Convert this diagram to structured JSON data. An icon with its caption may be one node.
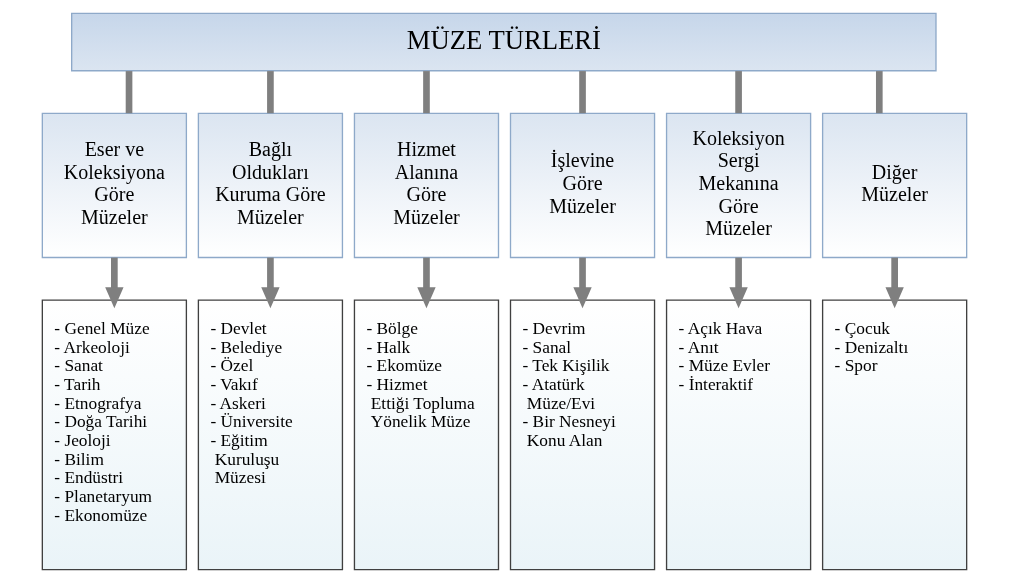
{
  "diagram": {
    "nodes": [
      {
        "text": [
          "MÜZE TÜRLERİ"
        ]
      },
      {
        "text": [
          "Eser ve Koleksiyona Göre Müzeler"
        ]
      },
      {
        "text": [
          "Bağlı Oldukları Kuruma Göre Müzeler"
        ]
      },
      {
        "text": [
          "Hizmet Alanına Göre Müzeler"
        ]
      },
      {
        "text": [
          "İşlevine Göre Müzeler"
        ]
      },
      {
        "text": [
          "Koleksiyon Sergi Mekanına Göre Müzeler"
        ]
      },
      {
        "text": [
          "Diğer Müzeler"
        ]
      },
      {
        "text": [
          "- Genel Müze",
          "- Arkeoloji",
          "- Sanat",
          "- Tarih",
          "- Etnografya",
          "- Doğa Tarihi",
          "- Jeoloji",
          "- Bilim",
          "- Endüstri",
          "- Planetaryum",
          "- Ekonomüze"
        ]
      },
      {
        "text": [
          "- Devlet",
          "- Belediye",
          "- Özel",
          "- Vakıf",
          "- Askeri",
          "- Üniversite",
          "- Eğitim Kuruluşu Müzesi"
        ]
      },
      {
        "text": [
          "- Bölge",
          "- Halk",
          "- Ekomüze",
          "- Hizmet Ettiği Topluma Yönelik Müze"
        ]
      },
      {
        "text": [
          "- Devrim",
          "- Sanal",
          "- Tek Kişilik",
          "- Atatürk Müze/Evi",
          "- Bir Nesneyi Konu Alan"
        ]
      },
      {
        "text": [
          "- Açık Hava",
          "- Anıt",
          "- Müze Evler",
          "- İnteraktif"
        ]
      },
      {
        "text": [
          "- Çocuk",
          "- Denizaltı",
          "- Spor"
        ]
      }
    ],
    "edges": [
      {
        "from": 0,
        "to": 1,
        "arrow": "none"
      },
      {
        "from": 0,
        "to": 2,
        "arrow": "none"
      },
      {
        "from": 0,
        "to": 3,
        "arrow": "none"
      },
      {
        "from": 0,
        "to": 4,
        "arrow": "none"
      },
      {
        "from": 0,
        "to": 5,
        "arrow": "none"
      },
      {
        "from": 0,
        "to": 6,
        "arrow": "none"
      },
      {
        "from": 1,
        "to": 7,
        "arrow": "to"
      },
      {
        "from": 2,
        "to": 8,
        "arrow": "to"
      },
      {
        "from": 3,
        "to": 9,
        "arrow": "to"
      },
      {
        "from": 4,
        "to": 10,
        "arrow": "to"
      },
      {
        "from": 5,
        "to": 11,
        "arrow": "to"
      },
      {
        "from": 6,
        "to": 12,
        "arrow": "to"
      }
    ]
  }
}
